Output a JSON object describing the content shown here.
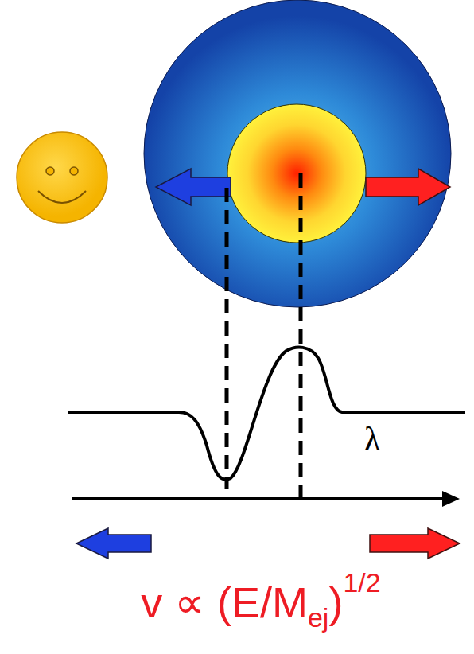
{
  "diagram": {
    "labels": [
      "λ",
      "v ∝ (E/M",
      "ej",
      ")",
      "1/2"
    ]
  }
}
